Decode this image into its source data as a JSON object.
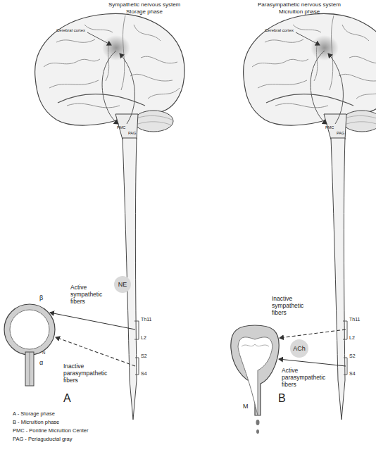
{
  "diagram": {
    "nodes": [
      {
        "text": [
          "NE"
        ]
      },
      {
        "text": [
          "ACh"
        ]
      }
    ],
    "labels": [
      "Sympathetic nervous system",
      "Storage phase",
      "Parasympathetic nervous system",
      "Micruition phase",
      "Cerebral cortex",
      "PMC",
      "PAG",
      "Th11",
      "L2",
      "S2",
      "S4",
      "Active sympathetic fibers",
      "Inactive parasympathetic fibers",
      "β",
      "N",
      "α",
      "A",
      "Cerebral cortex",
      "PMC",
      "PAG",
      "Th11",
      "L2",
      "S2",
      "S4",
      "Inactive sympathetic fibers",
      "Active parasympathetic fibers",
      "M",
      "B",
      "A - Storage phase",
      "B - Micruition phase",
      "PMC - Pontine Micruition Center",
      "PAG - Periaguductal gray"
    ]
  }
}
